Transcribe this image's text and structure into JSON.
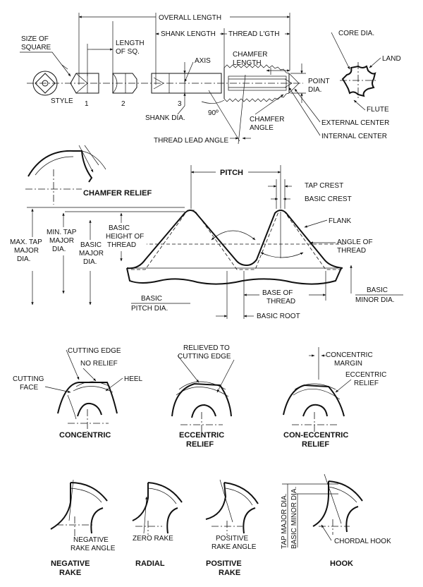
{
  "tap_terms": {
    "overall_length": "OVERALL LENGTH",
    "shank_length": "SHANK LENGTH",
    "thread_length": "THREAD L'GTH",
    "size_of_square": [
      "SIZE OF",
      "SQUARE"
    ],
    "length_of_sq": [
      "LENGTH",
      "OF SQ."
    ],
    "axis": "AXIS",
    "chamfer_length": [
      "CHAMFER",
      "LENGTH"
    ],
    "point_dia": [
      "POINT",
      "DIA."
    ],
    "core_dia": "CORE DIA.",
    "land": "LAND",
    "flute": "FLUTE",
    "style": "STYLE",
    "style_numbers": [
      "1",
      "2",
      "3"
    ],
    "shank_dia": "SHANK DIA.",
    "angle_90": "90º",
    "chamfer_angle": [
      "CHAMFER",
      "ANGLE"
    ],
    "external_center": "EXTERNAL CENTER",
    "internal_center": "INTERNAL CENTER",
    "thread_lead_angle": "THREAD LEAD ANGLE"
  },
  "thread_terms": {
    "chamfer_relief": "CHAMFER RELIEF",
    "pitch": "PITCH",
    "tap_crest": "TAP CREST",
    "basic_crest": "BASIC CREST",
    "flank": "FLANK",
    "angle_of_thread": [
      "ANGLE OF",
      "THREAD"
    ],
    "min_tap_major_dia": [
      "MIN. TAP",
      "MAJOR",
      "DIA."
    ],
    "basic_height_of_thread": [
      "BASIC",
      "HEIGHT OF",
      "THREAD"
    ],
    "max_tap_major_dia": [
      "MAX. TAP",
      "MAJOR",
      "DIA."
    ],
    "basic_major_dia": [
      "BASIC",
      "MAJOR",
      "DIA."
    ],
    "basic_pitch_dia": [
      "BASIC",
      "PITCH DIA."
    ],
    "base_of_thread": [
      "BASE OF",
      "THREAD"
    ],
    "basic_root": "BASIC ROOT",
    "basic_minor_dia": [
      "BASIC",
      "MINOR DIA."
    ]
  },
  "relief_terms": {
    "cutting_edge": "CUTTING EDGE",
    "no_relief": "NO RELIEF",
    "cutting_face": [
      "CUTTING",
      "FACE"
    ],
    "heel": "HEEL",
    "concentric": "CONCENTRIC",
    "relieved_to_cutting_edge": [
      "RELIEVED TO",
      "CUTTING EDGE"
    ],
    "eccentric_relief": [
      "ECCENTRIC",
      "RELIEF"
    ],
    "concentric_margin": [
      "CONCENTRIC",
      "MARGIN"
    ],
    "eccentric_relief_callout": [
      "ECCENTRIC",
      "RELIEF"
    ],
    "con_eccentric_relief": [
      "CON-ECCENTRIC",
      "RELIEF"
    ]
  },
  "rake_terms": {
    "negative_rake_angle": [
      "NEGATIVE",
      "RAKE ANGLE"
    ],
    "zero_rake": "ZERO RAKE",
    "positive_rake_angle": [
      "POSITIVE",
      "RAKE ANGLE"
    ],
    "tap_major_dia": "TAP MAJOR DIA.",
    "basic_minor_dia": "BASIC MINOR DIA.",
    "chordal_hook": "CHORDAL HOOK",
    "negative_rake": [
      "NEGATIVE",
      "RAKE"
    ],
    "radial": "RADIAL",
    "positive_rake": [
      "POSITIVE",
      "RAKE"
    ],
    "hook": "HOOK"
  }
}
